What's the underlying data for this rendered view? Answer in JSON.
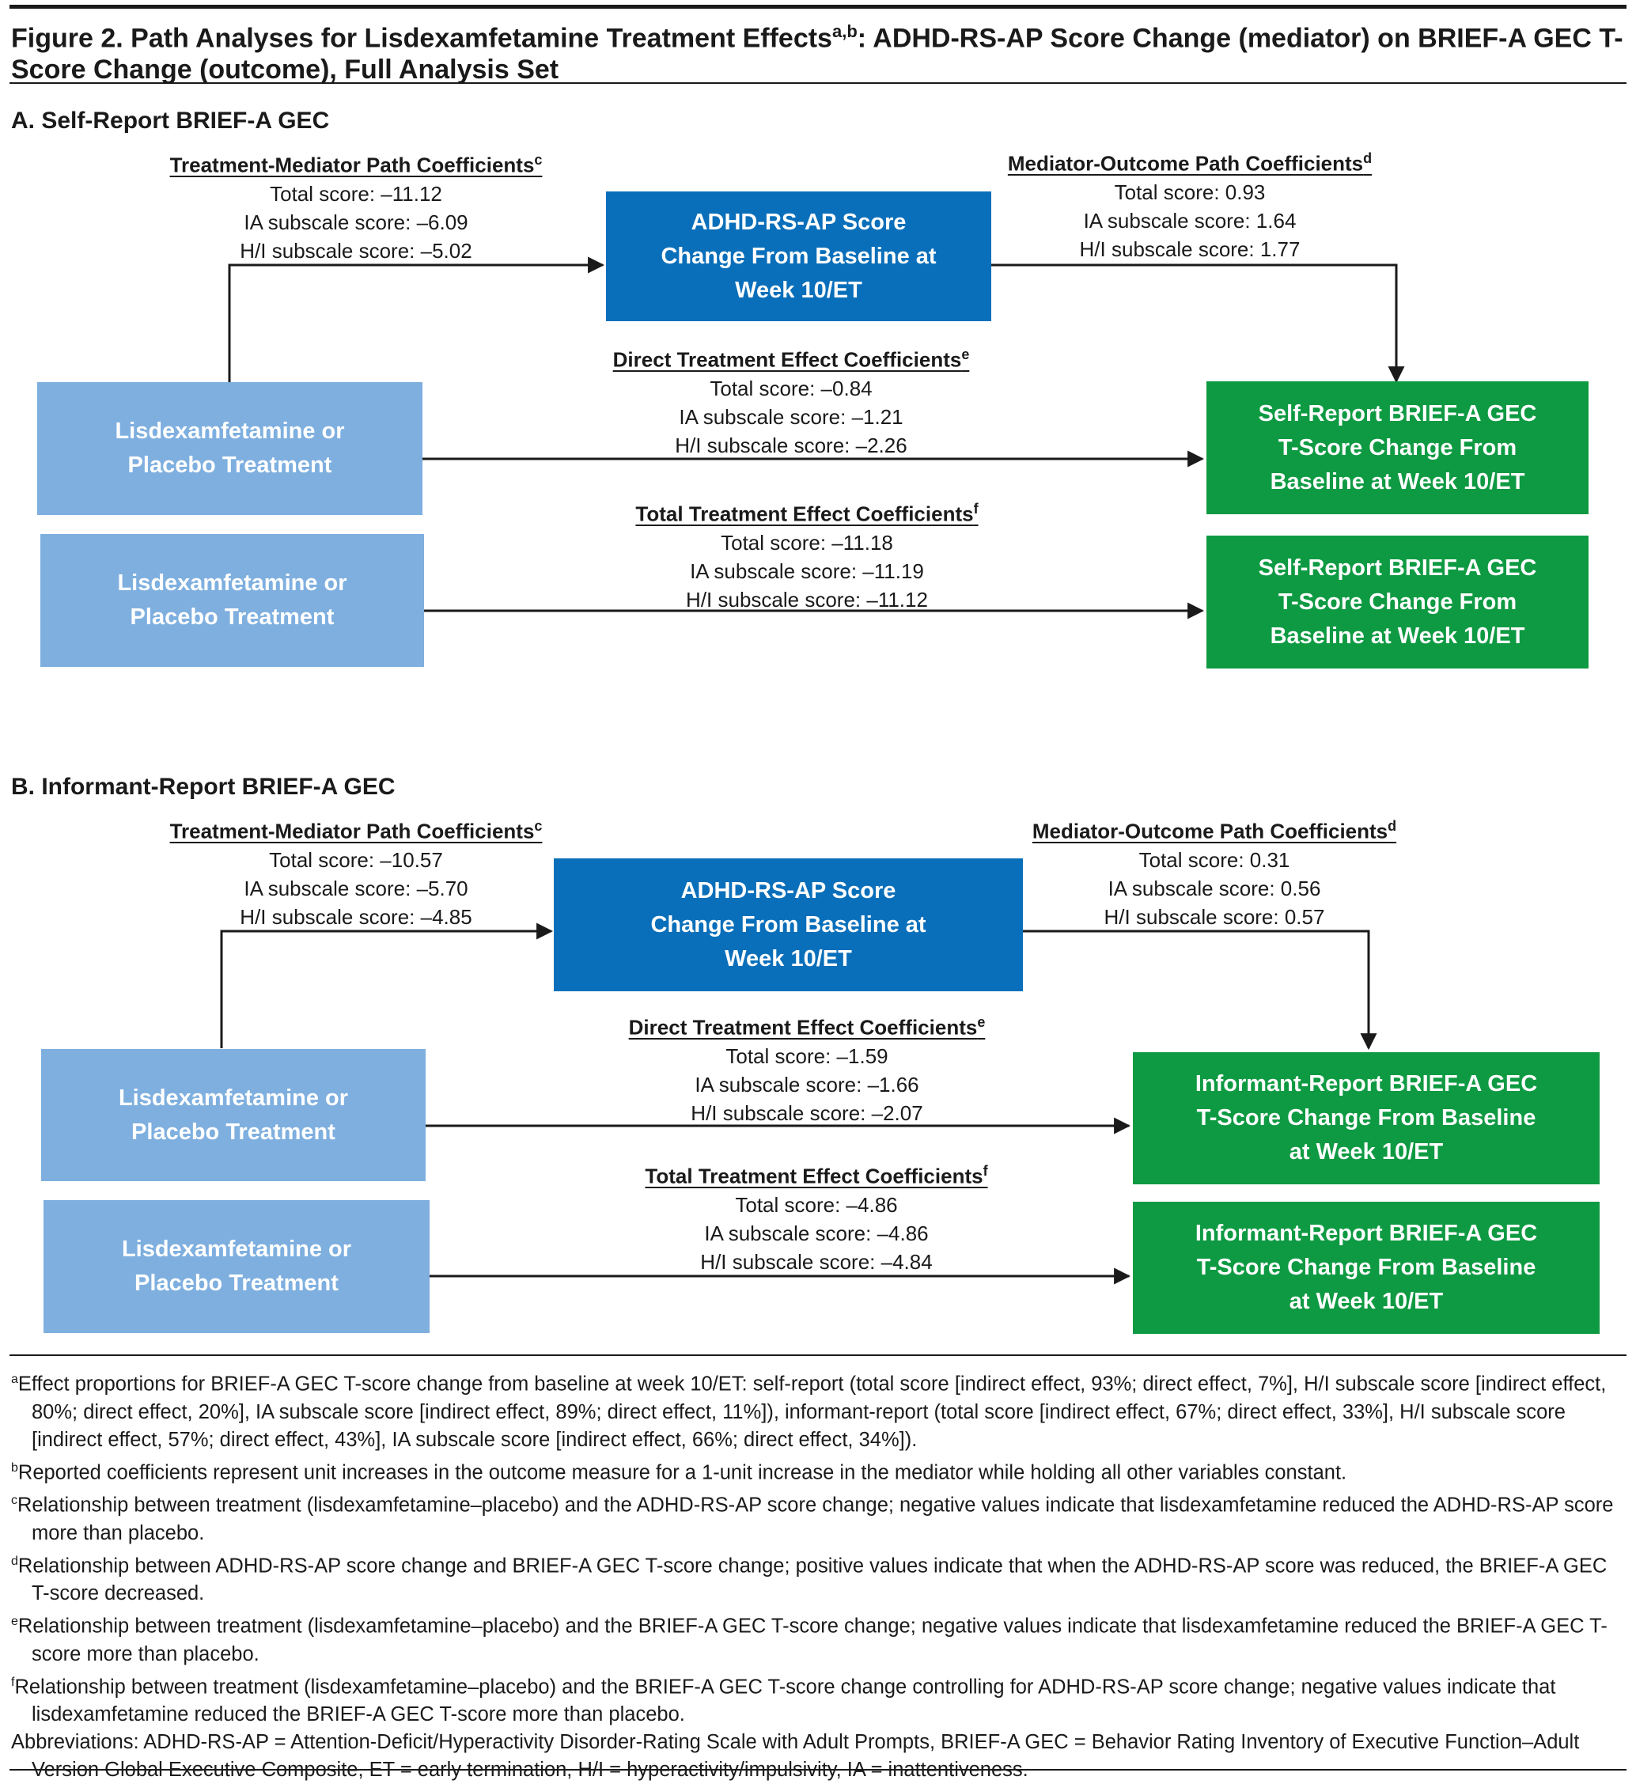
{
  "figure": {
    "title": "Figure 2. Path Analyses for Lisdexamfetamine Treatment Effects",
    "title_sup": "a,b",
    "title_rest": ": ADHD-RS-AP Score Change (mediator) on BRIEF-A GEC T-Score Change (outcome), Full Analysis Set"
  },
  "panel_a": {
    "heading": "A. Self-Report BRIEF-A GEC",
    "mediator_box": "ADHD-RS-AP Score\nChange From Baseline at\nWeek 10/ET",
    "treatment_box_1": "Lisdexamfetamine or\nPlacebo Treatment",
    "treatment_box_2": "Lisdexamfetamine or\nPlacebo Treatment",
    "outcome_box_1": "Self-Report BRIEF-A GEC\nT-Score Change From\nBaseline at Week 10/ET",
    "outcome_box_2": "Self-Report BRIEF-A GEC\nT-Score Change From\nBaseline at Week 10/ET",
    "treatment_mediator": {
      "header": "Treatment-Mediator Path Coefficients",
      "sup": "c",
      "lines": [
        "Total score: –11.12",
        "IA subscale score: –6.09",
        "H/I subscale score: –5.02"
      ]
    },
    "mediator_outcome": {
      "header": "Mediator-Outcome Path Coefficients",
      "sup": "d",
      "lines": [
        "Total score: 0.93",
        "IA subscale score: 1.64",
        "H/I subscale score: 1.77"
      ]
    },
    "direct": {
      "header": "Direct Treatment Effect Coefficients",
      "sup": "e",
      "lines": [
        "Total score: –0.84",
        "IA subscale score: –1.21",
        "H/I subscale score: –2.26"
      ]
    },
    "total": {
      "header": "Total Treatment Effect Coefficients",
      "sup": "f",
      "lines": [
        "Total score: –11.18",
        "IA subscale score: –11.19",
        "H/I subscale score: –11.12"
      ]
    }
  },
  "panel_b": {
    "heading": "B. Informant-Report BRIEF-A GEC",
    "mediator_box": "ADHD-RS-AP Score\nChange From Baseline at\nWeek 10/ET",
    "treatment_box_1": "Lisdexamfetamine or\nPlacebo Treatment",
    "treatment_box_2": "Lisdexamfetamine or\nPlacebo Treatment",
    "outcome_box_1": "Informant-Report BRIEF-A GEC\nT-Score Change From Baseline\nat Week 10/ET",
    "outcome_box_2": "Informant-Report BRIEF-A GEC\nT-Score Change From Baseline\nat Week 10/ET",
    "treatment_mediator": {
      "header": "Treatment-Mediator Path Coefficients",
      "sup": "c",
      "lines": [
        "Total score: –10.57",
        "IA subscale score: –5.70",
        "H/I subscale score: –4.85"
      ]
    },
    "mediator_outcome": {
      "header": "Mediator-Outcome Path Coefficients",
      "sup": "d",
      "lines": [
        "Total score: 0.31",
        "IA subscale score: 0.56",
        "H/I subscale score: 0.57"
      ]
    },
    "direct": {
      "header": "Direct Treatment Effect Coefficients",
      "sup": "e",
      "lines": [
        "Total score: –1.59",
        "IA subscale score: –1.66",
        "H/I subscale score: –2.07"
      ]
    },
    "total": {
      "header": "Total Treatment Effect Coefficients",
      "sup": "f",
      "lines": [
        "Total score: –4.86",
        "IA subscale score: –4.86",
        "H/I subscale score: –4.84"
      ]
    }
  },
  "footnotes": [
    {
      "mark": "a",
      "text": "Effect proportions for BRIEF-A GEC T-score change from baseline at week 10/ET: self-report (total score [indirect effect, 93%; direct effect, 7%], H/I subscale score [indirect effect, 80%; direct effect, 20%], IA subscale score [indirect effect, 89%; direct effect, 11%]), informant-report (total score [indirect effect, 67%; direct effect, 33%], H/I subscale score [indirect effect, 57%; direct effect, 43%], IA subscale score [indirect effect, 66%; direct effect, 34%])."
    },
    {
      "mark": "b",
      "text": "Reported coefficients represent unit increases in the outcome measure for a 1-unit increase in the mediator while holding all other variables constant."
    },
    {
      "mark": "c",
      "text": "Relationship between treatment (lisdexamfetamine–placebo) and the ADHD-RS-AP score change; negative values indicate that lisdexamfetamine reduced the ADHD-RS-AP score more than placebo."
    },
    {
      "mark": "d",
      "text": "Relationship between ADHD-RS-AP score change and BRIEF-A GEC T-score change; positive values indicate that when the ADHD-RS-AP score was reduced, the BRIEF-A GEC T-score decreased."
    },
    {
      "mark": "e",
      "text": "Relationship between treatment (lisdexamfetamine–placebo) and the BRIEF-A GEC T-score change; negative values indicate that lisdexamfetamine reduced the BRIEF-A GEC T-score more than placebo."
    },
    {
      "mark": "f",
      "text": "Relationship between treatment (lisdexamfetamine–placebo) and the BRIEF-A GEC T-score change controlling for ADHD-RS-AP score change; negative values indicate that lisdexamfetamine reduced the BRIEF-A GEC T-score more than placebo."
    }
  ],
  "abbreviations": "Abbreviations: ADHD-RS-AP = Attention-Deficit/Hyperactivity Disorder-Rating Scale with Adult Prompts, BRIEF-A GEC = Behavior Rating Inventory of Executive Function–Adult Version Global Executive Composite, ET = early termination, H/I = hyperactivity/impulsivity, IA = inattentiveness."
}
